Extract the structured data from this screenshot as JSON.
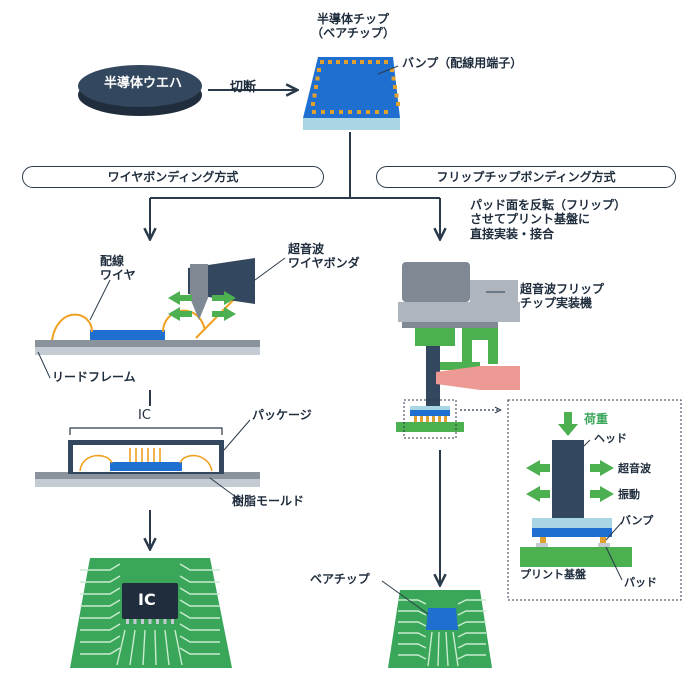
{
  "wafer_label": "半導体ウエハ",
  "cut_label": "切断",
  "chip_title": "半導体チップ\n（ベアチップ）",
  "bump_label": "バンプ（配線用端子）",
  "method_wire": "ワイヤボンディング方式",
  "method_flip": "フリップチップボンディング方式",
  "flip_note": "パッド面を反転（フリップ）\nさせてプリント基盤に\n直接実装・接合",
  "wire_label": "配線\nワイヤ",
  "ultrasonic_wire_bonder": "超音波\nワイヤボンダ",
  "ultrasonic_flip_machine": "超音波フリップ\nチップ実装機",
  "lead_frame": "リードフレーム",
  "ic_label": "IC",
  "package_label": "パッケージ",
  "resin_mold": "樹脂モールド",
  "ic_chip_text": "IC",
  "bare_chip_label": "ベアチップ",
  "load_label": "荷重",
  "head_label": "ヘッド",
  "ultrasonic_label": "超音波",
  "vibration_label": "振動",
  "bump_small": "バンプ",
  "pcb_label": "プリント基盤",
  "pad_label": "パッド",
  "colors": {
    "navy": "#2b3a4a",
    "wafer": "#33475e",
    "chip_blue": "#1f6fd1",
    "bump_gold": "#e0a030",
    "pcb_green": "#3aa65a",
    "arrow_green": "#4caf50",
    "light_blue": "#a9d6e5",
    "grey": "#8a939c",
    "salmon": "#ee9a94",
    "orange_wire": "#f0a020"
  }
}
